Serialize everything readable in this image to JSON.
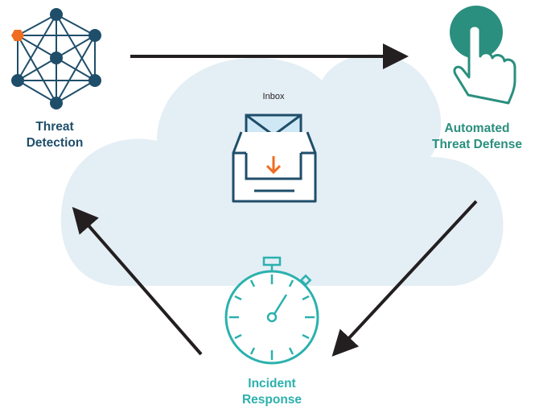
{
  "colors": {
    "cloud": "#e4eef5",
    "navy": "#1f4e6a",
    "teal": "#2a8f7e",
    "cyan": "#2bb1ad",
    "orange": "#ef6c20",
    "arrow": "#231f20"
  },
  "center": {
    "label": "Inbox",
    "icon": "inbox-mail-icon"
  },
  "nodes": [
    {
      "id": "threat-detection",
      "icon": "network-graph-icon",
      "lines": [
        "Threat",
        "Detection"
      ]
    },
    {
      "id": "automated-threat-defense",
      "icon": "touch-tap-icon",
      "lines": [
        "Automated",
        "Threat Defense"
      ]
    },
    {
      "id": "incident-response",
      "icon": "stopwatch-icon",
      "lines": [
        "Incident",
        "Response"
      ]
    }
  ]
}
